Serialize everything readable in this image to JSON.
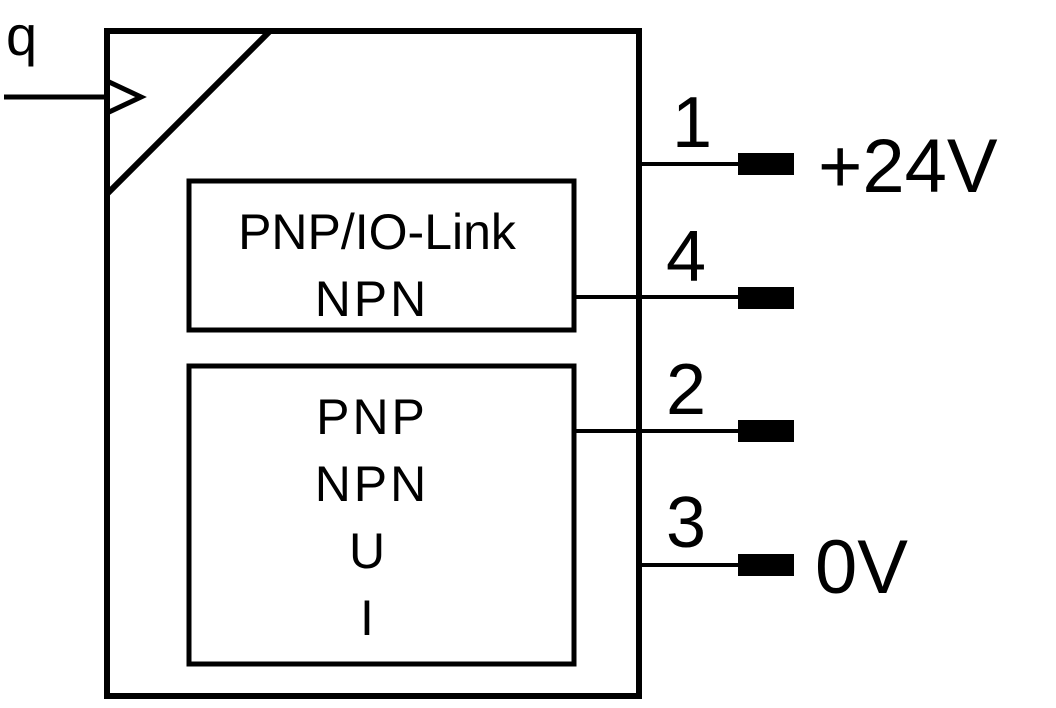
{
  "diagram": {
    "type": "sensor-connection-diagram",
    "stroke_color": "#000000",
    "background_color": "#ffffff",
    "input": {
      "label": "q"
    },
    "output_block_1": {
      "lines": [
        "PNP/IO-Link",
        "NPN"
      ]
    },
    "output_block_2": {
      "lines": [
        "PNP",
        "NPN",
        "U",
        "I"
      ]
    },
    "pins": [
      {
        "number": "1",
        "signal": "+24V",
        "connects_to": "power"
      },
      {
        "number": "4",
        "signal": "",
        "connects_to": "output_block_1"
      },
      {
        "number": "2",
        "signal": "",
        "connects_to": "output_block_2"
      },
      {
        "number": "3",
        "signal": "0V",
        "connects_to": "ground"
      }
    ]
  }
}
